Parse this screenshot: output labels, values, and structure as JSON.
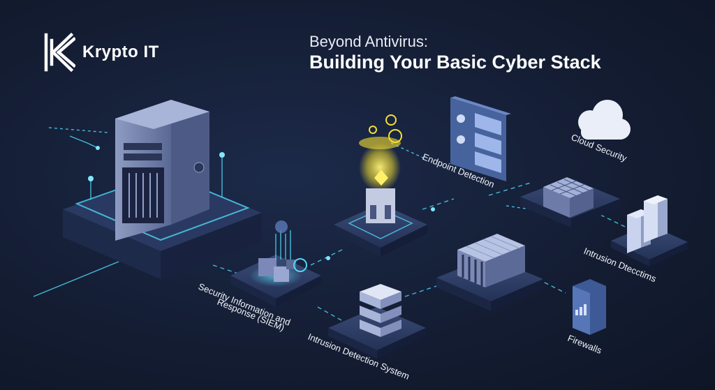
{
  "brand": {
    "name": "Krypto IT",
    "logo_icon": "krypto-k-logo-icon"
  },
  "title": {
    "line1": "Beyond Antivirus:",
    "line2": "Building Your Basic Cyber Stack"
  },
  "nodes": {
    "server": {
      "icon": "server-rack-icon"
    },
    "siem": {
      "label_line1": "Security Information and",
      "label_line2": "Response (SIEM)",
      "icon": "siem-cubes-icon"
    },
    "ids": {
      "label": "Intrusion Detection System",
      "icon": "database-stack-icon"
    },
    "endpoint": {
      "label": "Endpoint Detection",
      "icon": "endpoint-hologram-icon"
    },
    "cloud": {
      "label": "Cloud Security",
      "icon": "cloud-icon"
    },
    "intrusion": {
      "label": "Intrusion Dtecctims",
      "icon": "server-towers-icon"
    },
    "firewalls": {
      "label": "Firewalls",
      "icon": "firewall-device-icon"
    }
  },
  "colors": {
    "background": "#141d33",
    "accent_cyan": "#4fd6f5",
    "platform": "#2e3d63",
    "glow_yellow": "#f5e030",
    "text": "#ffffff"
  }
}
